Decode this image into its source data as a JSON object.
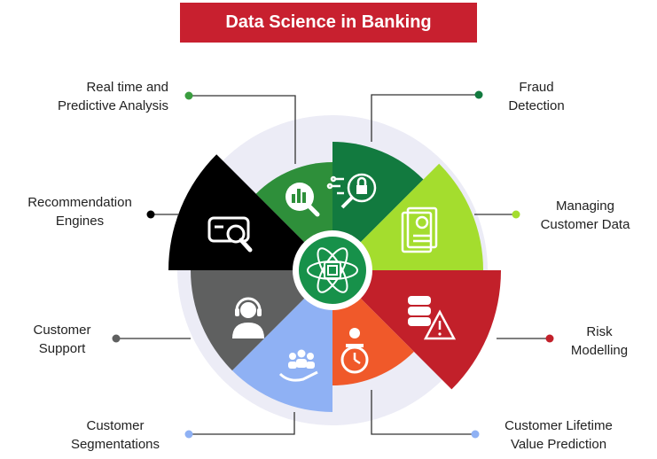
{
  "title": "Data Science in Banking",
  "colors": {
    "title_bg": "#c8202f",
    "halo": "#ececf6",
    "analysis": "#2e8f3a",
    "fraud": "#127a3f",
    "managing": "#a4dd2e",
    "risk": "#c2202a",
    "lifetime": "#f0592a",
    "segmentation": "#8fb1f4",
    "support": "#5f6060",
    "recommendation": "#000000",
    "hub": "#17914a"
  },
  "segments": [
    {
      "key": "analysis",
      "line1": "Real time and",
      "line2": "Predictive Analysis",
      "icon": "chart-magnifier-icon"
    },
    {
      "key": "fraud",
      "line1": "Fraud",
      "line2": "Detection",
      "icon": "lock-magnifier-icon"
    },
    {
      "key": "managing",
      "line1": "Managing",
      "line2": "Customer Data",
      "icon": "document-profile-icon"
    },
    {
      "key": "risk",
      "line1": "Risk",
      "line2": "Modelling",
      "icon": "database-warning-icon"
    },
    {
      "key": "lifetime",
      "line1": "Customer Lifetime",
      "line2": "Value Prediction",
      "icon": "person-clock-icon"
    },
    {
      "key": "segmentation",
      "line1": "Customer",
      "line2": "Segmentations",
      "icon": "group-hand-icon"
    },
    {
      "key": "support",
      "line1": "Customer",
      "line2": "Support",
      "icon": "headset-agent-icon"
    },
    {
      "key": "recommendation",
      "line1": "Recommendation",
      "line2": "Engines",
      "icon": "search-screen-icon"
    }
  ]
}
